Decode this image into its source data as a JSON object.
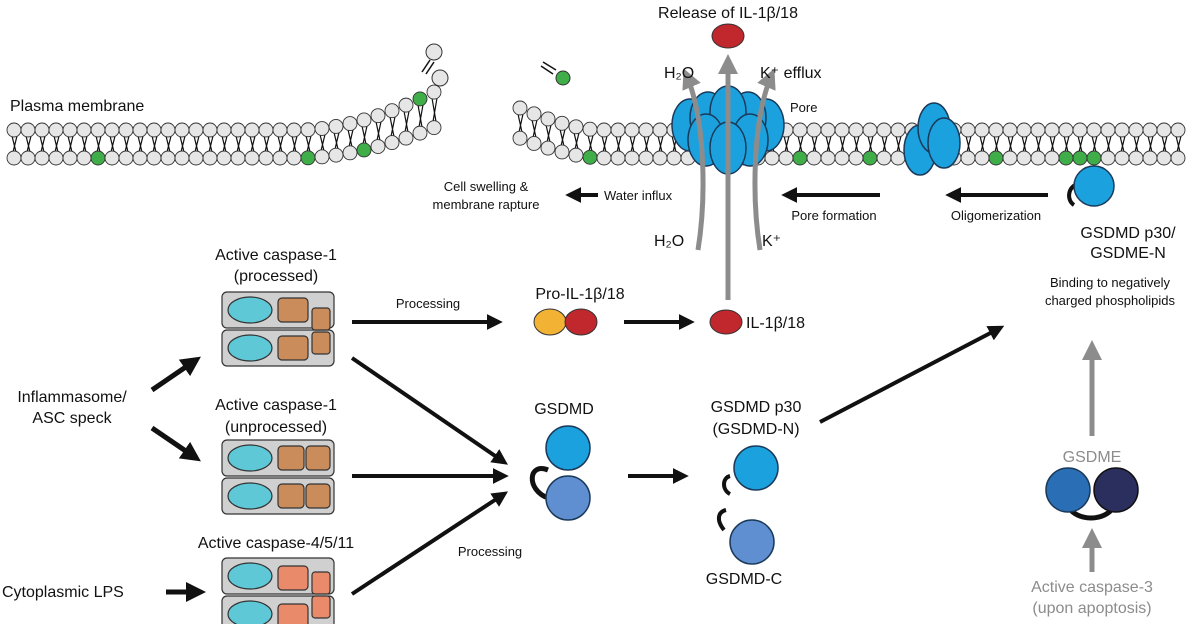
{
  "labels": {
    "plasma_membrane": "Plasma membrane",
    "release": "Release of IL-1β/18",
    "h2o_top": "H₂O",
    "k_efflux": "K⁺ efflux",
    "pore": "Pore",
    "h2o_bottom": "H₂O",
    "k_bottom": "K⁺",
    "cell_swelling_1": "Cell swelling &",
    "cell_swelling_2": "membrane rapture",
    "water_influx": "Water influx",
    "pore_formation": "Pore formation",
    "oligomerization": "Oligomerization",
    "gsdmd_p30_1": "GSDMD p30/",
    "gsdmd_p30_2": "GSDME-N",
    "binding_1": "Binding to negatively",
    "binding_2": "charged phospholipids",
    "active_casp1_proc_1": "Active caspase-1",
    "active_casp1_proc_2": "(processed)",
    "processing_top": "Processing",
    "pro_il": "Pro-IL-1β/18",
    "il": "IL-1β/18",
    "inflammasome_1": "Inflammasome/",
    "inflammasome_2": "ASC speck",
    "active_casp1_unproc_1": "Active caspase-1",
    "active_casp1_unproc_2": "(unprocessed)",
    "gsdmd": "GSDMD",
    "gsdmd_n_1": "GSDMD p30",
    "gsdmd_n_2": "(GSDMD-N)",
    "gsdmd_c": "GSDMD-C",
    "gsdme": "GSDME",
    "active_casp4": "Active caspase-4/5/11",
    "cytoplasmic_lps": "Cytoplasmic LPS",
    "processing_bottom": "Processing",
    "active_casp3_1": "Active caspase-3",
    "active_casp3_2": "(upon apoptosis)"
  },
  "colors": {
    "membrane_bead": "#e6e6e6",
    "lipid_green": "#3fae49",
    "pore_blue": "#1ba1dd",
    "gsdmd_n": "#1ba1dd",
    "gsdmd_c": "#5f8fd0",
    "gsdme_left": "#2a6fb6",
    "gsdme_right": "#2b2f5e",
    "il_red": "#c0282e",
    "pro_il_orange": "#f2b233",
    "casp_cyan": "#5ec8d6",
    "casp1_brown": "#c98c5a",
    "casp4_salmon": "#e98a6a",
    "casp_box": "#d0d0d0",
    "gray_arrow": "#8c8c8c"
  }
}
